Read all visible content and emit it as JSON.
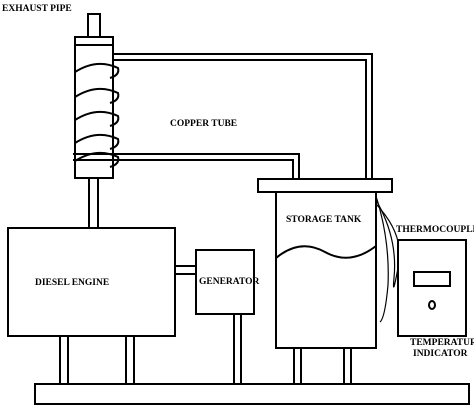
{
  "labels": {
    "exhaust_pipe": "EXHAUST PIPE",
    "copper_tube": "COPPER TUBE",
    "storage_tank": "STORAGE TANK",
    "thermocouples": "THERMOCOUPLES",
    "diesel_engine": "DIESEL ENGINE",
    "generator": "GENERATOR",
    "temperature_indicator_line1": "TEMPERATURE",
    "temperature_indicator_line2": "INDICATOR"
  },
  "indicator_display": "0"
}
